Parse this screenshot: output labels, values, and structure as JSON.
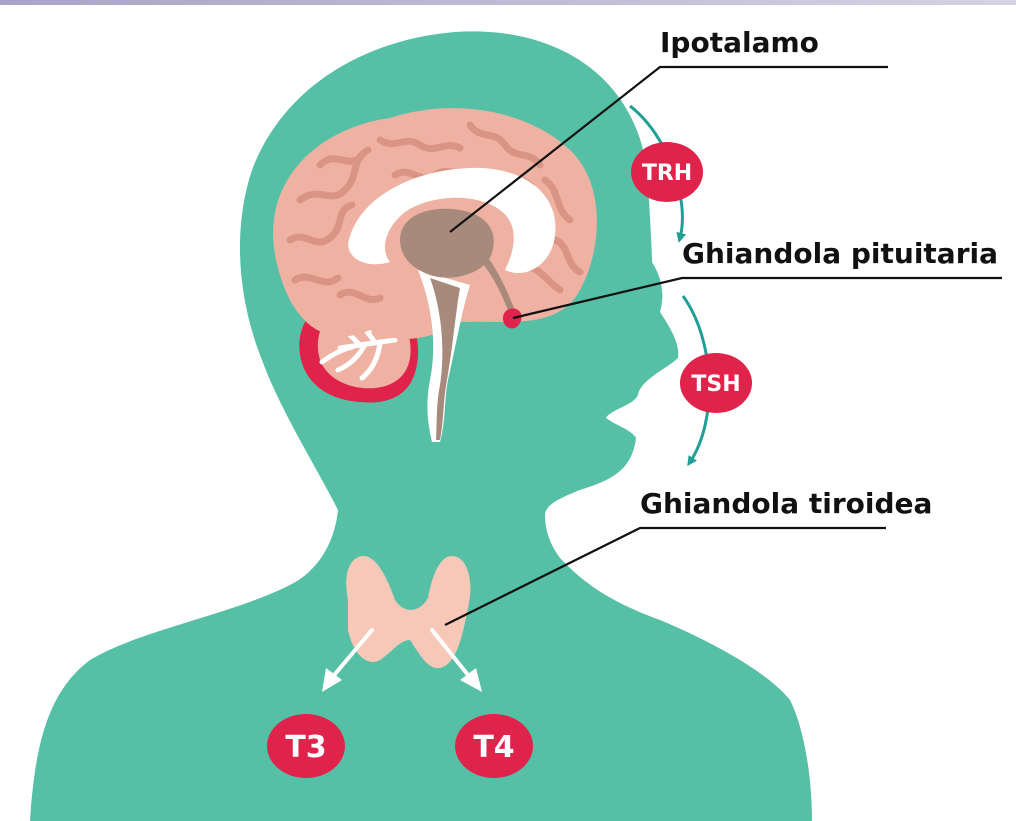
{
  "colors": {
    "body": "#55c0a6",
    "brain": "#efb2a2",
    "brain_folds": "#d99484",
    "inner": "#a88a7c",
    "white_matter": "#ffffff",
    "accent": "#e0234a",
    "thyroid": "#f7c7b8",
    "arrow": "#1f9f95",
    "text": "#111111",
    "top_band": "#b8b2cf"
  },
  "labels": {
    "hypothalamus": "Ipotalamo",
    "pituitary": "Ghiandola pituitaria",
    "thyroid": "Ghiandola tiroidea"
  },
  "hormones": {
    "trh": "TRH",
    "tsh": "TSH",
    "t3": "T3",
    "t4": "T4"
  }
}
